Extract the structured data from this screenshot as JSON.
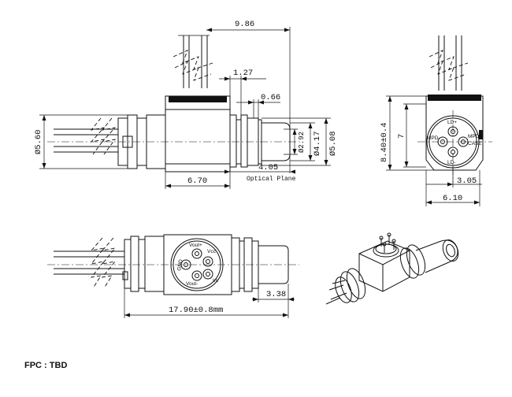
{
  "side_view": {
    "dim_total_top": "9.86",
    "dim_127": "1.27",
    "dim_066": "0.66",
    "dim_diam_560": "Ø5.60",
    "dim_diam_292": "Ø2.92",
    "dim_diam_417": "Ø4.17",
    "dim_diam_508": "Ø5.08",
    "dim_405": "4.05",
    "dim_670": "6.70",
    "optical_plane": "Optical Plane"
  },
  "front_view": {
    "dim_height": "8.40±0.4",
    "dim_7": "7",
    "dim_305": "3.05",
    "dim_610": "6.10",
    "pin_ld_plus": "LD+",
    "pin_ld_minus": "LD-",
    "pin_mpd_left": "MPD-",
    "pin_mpd_right": "MPD+",
    "pin_case": "CASE"
  },
  "bottom_view": {
    "pin_vout_plus": "Vout+",
    "pin_vcc": "Vcc",
    "pin_gnd": "GND",
    "pin_vout_minus": "Vout-",
    "pin_im": "Im",
    "dim_338": "3.38",
    "dim_length": "17.90±0.8mm"
  },
  "footer": {
    "fpc_note": "FPC : TBD"
  }
}
